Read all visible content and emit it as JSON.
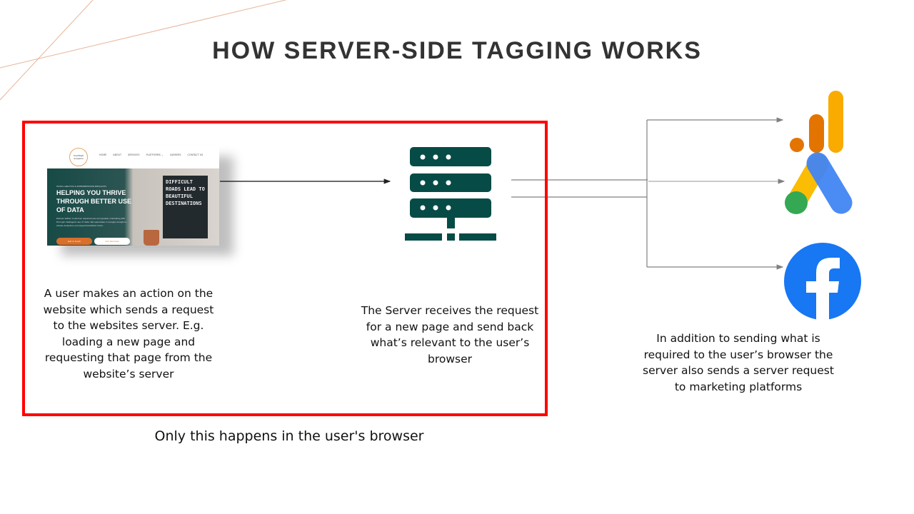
{
  "title": "HOW SERVER-SIDE TAGGING WORKS",
  "website_thumbnail": {
    "logo": "hookflash analytics",
    "nav": [
      "HOME",
      "ABOUT",
      "SERVICES",
      "PLATFORMS ⌄",
      "CAREERS",
      "CONTACT US"
    ],
    "eyebrow": "DIGITAL ANALYTICS & EXPERIMENTATION SPECIALISTS",
    "headline": "HELPING YOU THRIVE THROUGH BETTER USE OF DATA",
    "body": "Deliver better customer experiences and greater marketing ROI through intelligent use of data. We specialise in Google Analytics, Adobe Analytics and experimentation tools.",
    "button_primary": "Get in touch",
    "button_secondary": "Our Services",
    "board_text": "DIFFICULT ROADS LEAD TO BEAUTIFUL DESTINATIONS"
  },
  "captions": {
    "user": "A user makes an action on the website which sends a request to the websites server. E.g. loading a new page and requesting that page from the website’s server",
    "server": "The Server receives the request for a new page and send back what’s relevant to the user’s browser",
    "platforms": "In addition to sending what is required to the user’s browser the server also sends a server request to marketing platforms"
  },
  "browser_note": "Only this happens in the user's browser",
  "icons": [
    "server-icon",
    "google-analytics-icon",
    "google-ads-icon",
    "facebook-icon"
  ],
  "colors": {
    "highlight_box": "#ff0000",
    "server": "#064b46",
    "facebook": "#1877f2",
    "connector": "#808080"
  }
}
